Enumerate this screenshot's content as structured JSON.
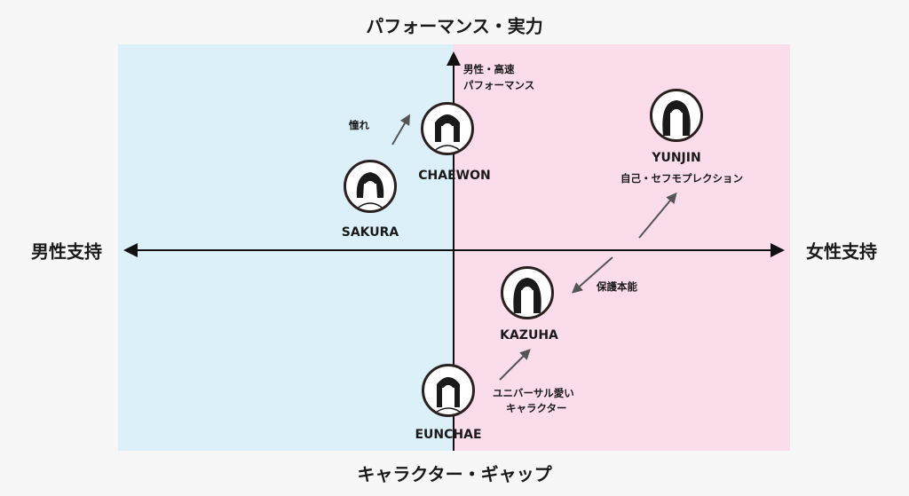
{
  "axes": {
    "top": "パフォーマンス・実力",
    "bottom": "キャラクター・ギャップ",
    "left": "男性支持",
    "right": "女性支持"
  },
  "colors": {
    "left_quadrant": "#dcf0f9",
    "right_quadrant": "#fbdcea",
    "axis": "#111111",
    "arrow": "#555555"
  },
  "members": [
    {
      "name": "CHAEWON"
    },
    {
      "name": "SAKURA"
    },
    {
      "name": "YUNJIN",
      "caption": "自己・セフモプレクション"
    },
    {
      "name": "KAZUHA"
    },
    {
      "name": "EUNCHAE"
    }
  ],
  "notes": {
    "top_line1": "男性・高速",
    "top_line2": "パフォーマンス",
    "akogare": "憧れ",
    "hogo": "保護本能",
    "universal_line1": "ユニバーサル愛い",
    "universal_line2": "キャラクター"
  }
}
